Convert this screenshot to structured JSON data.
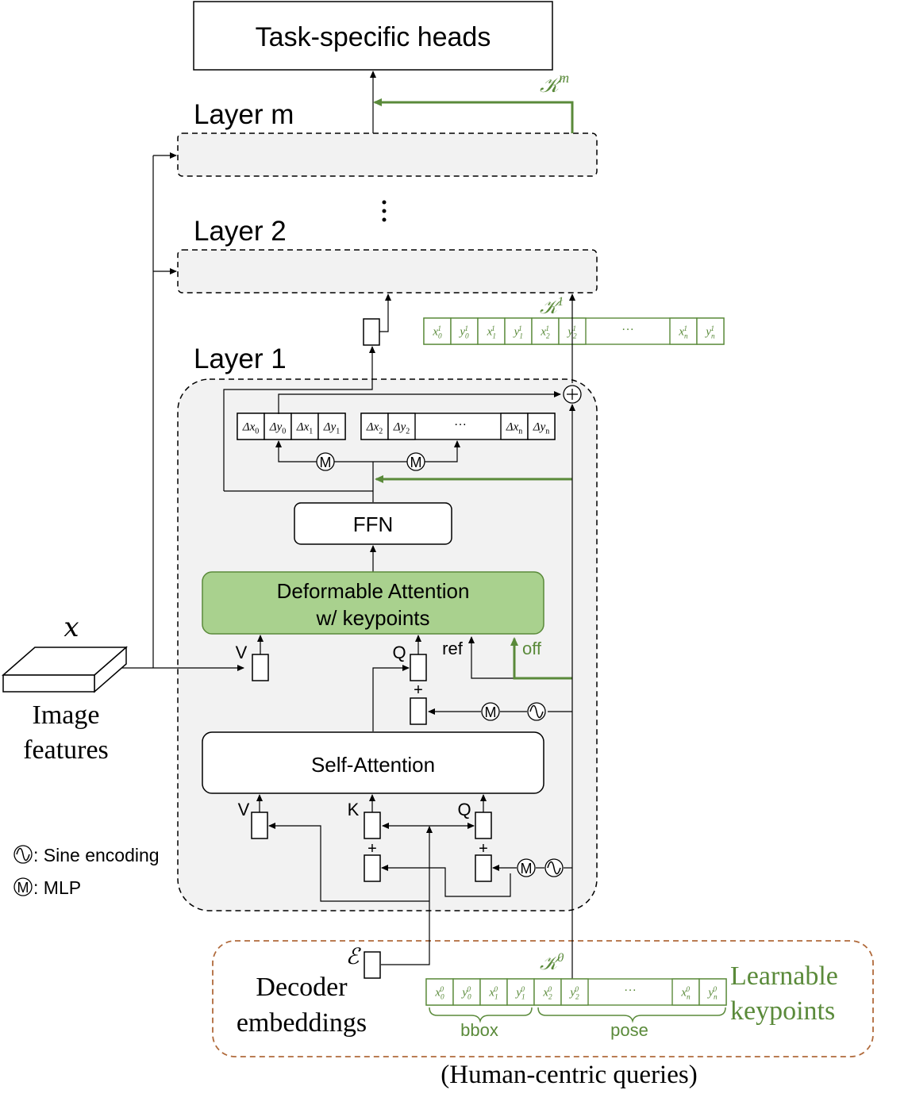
{
  "heads": "Task-specific heads",
  "layer_m": "Layer m",
  "layer_2": "Layer 2",
  "layer_1": "Layer 1",
  "vdots": "⋮",
  "k_m": "𝒦",
  "k_m_sup": "m",
  "k_1": "𝒦",
  "k_1_sup": "1",
  "k_0": "𝒦",
  "k_0_sup": "0",
  "x_symbol": "𝑥",
  "image_features_1": "Image",
  "image_features_2": "features",
  "ffn": "FFN",
  "deform_1": "Deformable Attention",
  "deform_2": "w/ keypoints",
  "self_attention": "Self-Attention",
  "lbl_v": "V",
  "lbl_q": "Q",
  "lbl_k": "K",
  "lbl_ref": "ref",
  "lbl_off": "off",
  "plus": "+",
  "mlp_glyph": "M",
  "legend_sine": ": Sine encoding",
  "legend_mlp": ": MLP",
  "e_symbol": "ℰ",
  "decoder_1": "Decoder",
  "decoder_2": "embeddings",
  "learnable_1": "Learnable",
  "learnable_2": "keypoints",
  "queries": "(Human-centric queries)",
  "bbox": "bbox",
  "pose": "pose",
  "ellipsis": "···",
  "k1_cells": [
    {
      "v": "x",
      "sub": "0",
      "sup": "1"
    },
    {
      "v": "y",
      "sub": "0",
      "sup": "1"
    },
    {
      "v": "x",
      "sub": "1",
      "sup": "1"
    },
    {
      "v": "y",
      "sub": "1",
      "sup": "1"
    },
    {
      "v": "x",
      "sub": "2",
      "sup": "1"
    },
    {
      "v": "y",
      "sub": "2",
      "sup": "1"
    },
    {
      "v": "x",
      "sub": "n",
      "sup": "1"
    },
    {
      "v": "y",
      "sub": "n",
      "sup": "1"
    }
  ],
  "k0_cells": [
    {
      "v": "x",
      "sub": "0",
      "sup": "0"
    },
    {
      "v": "y",
      "sub": "0",
      "sup": "0"
    },
    {
      "v": "x",
      "sub": "1",
      "sup": "0"
    },
    {
      "v": "y",
      "sub": "1",
      "sup": "0"
    },
    {
      "v": "x",
      "sub": "2",
      "sup": "0"
    },
    {
      "v": "y",
      "sub": "2",
      "sup": "0"
    },
    {
      "v": "x",
      "sub": "n",
      "sup": "0"
    },
    {
      "v": "y",
      "sub": "n",
      "sup": "0"
    }
  ],
  "delta_cells": [
    {
      "v": "Δx",
      "sub": "0"
    },
    {
      "v": "Δy",
      "sub": "0"
    },
    {
      "v": "Δx",
      "sub": "1"
    },
    {
      "v": "Δy",
      "sub": "1"
    },
    {
      "v": "Δx",
      "sub": "2"
    },
    {
      "v": "Δy",
      "sub": "2"
    },
    {
      "v": "Δx",
      "sub": "n"
    },
    {
      "v": "Δy",
      "sub": "n"
    }
  ],
  "colors": {
    "green": "#5a8a3a",
    "green_fill": "#a9d18e",
    "layer_bg": "#f2f2f2",
    "brown": "#b06a3b"
  }
}
